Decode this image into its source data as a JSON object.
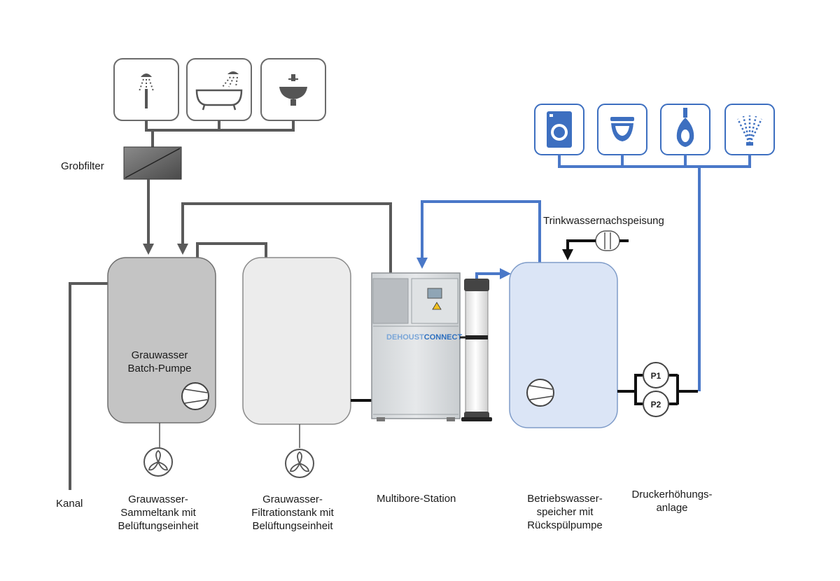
{
  "labels": {
    "grobfilter": "Grobfilter",
    "trinkwasser": "Trinkwassernachspeisung",
    "batch_pumpe_line1": "Grauwasser",
    "batch_pumpe_line2": "Batch-Pumpe",
    "kanal": "Kanal",
    "sammeltank_line1": "Grauwasser-",
    "sammeltank_line2": "Sammeltank mit",
    "sammeltank_line3": "Belüftungseinheit",
    "filtrationstank_line1": "Grauwasser-",
    "filtrationstank_line2": "Filtrationstank mit",
    "filtrationstank_line3": "Belüftungseinheit",
    "multibore": "Multibore-Station",
    "speicher_line1": "Betriebswasser-",
    "speicher_line2": "speicher mit",
    "speicher_line3": "Rückspülpumpe",
    "druck_line1": "Druckerhöhungs-",
    "druck_line2": "anlage",
    "pump1": "P1",
    "pump2": "P2",
    "brand_part1": "DEHOUST",
    "brand_part2": "CONNECT"
  },
  "icons": {
    "greywater_sources": [
      "shower-icon",
      "bathtub-icon",
      "washbasin-icon"
    ],
    "service_water_consumers": [
      "washing-machine-icon",
      "toilet-icon",
      "urinal-icon",
      "irrigation-icon"
    ]
  },
  "colors": {
    "grey_pipe": "#5a5a5a",
    "blue_pipe": "#4a78c8",
    "sammeltank_fill": "#c4c4c4",
    "filtrationstank_fill": "#ececec",
    "speicher_fill": "#dbe5f6",
    "brand_blue": "#2d6fbf"
  }
}
